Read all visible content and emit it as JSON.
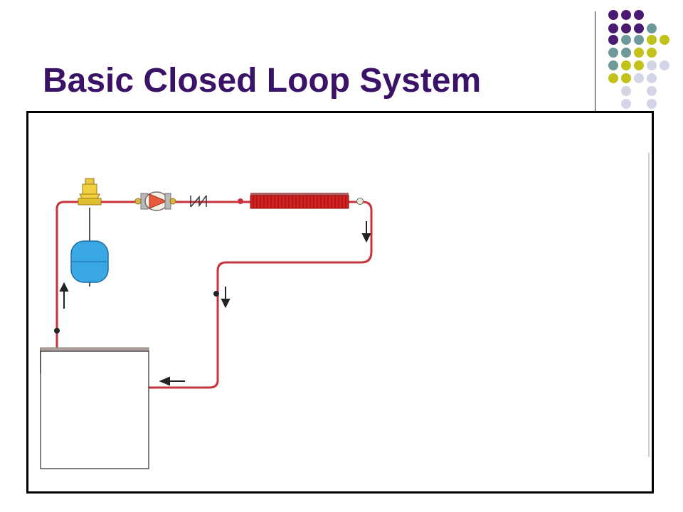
{
  "slide": {
    "title": "Basic Closed Loop System"
  },
  "theme": {
    "title_color": "#3a1268",
    "dot_colors": {
      "purple": "#4a1a72",
      "teal": "#6f9a9a",
      "olive": "#c2c21a",
      "lavender": "#d4d4e8"
    },
    "pipe_color": "#c8323c",
    "radiator_color": "#d42020",
    "expansion_tank_color": "#3aa8e4",
    "valve_color": "#f0d040",
    "pump_color": "#e85a3c"
  },
  "diagram": {
    "components": [
      {
        "name": "boiler",
        "icon": "boiler-box-icon"
      },
      {
        "name": "air-separator-valve",
        "icon": "air-valve-icon"
      },
      {
        "name": "expansion-tank",
        "icon": "expansion-tank-icon"
      },
      {
        "name": "circulator-pump",
        "icon": "pump-icon"
      },
      {
        "name": "check-valve",
        "icon": "check-valve-icon"
      },
      {
        "name": "baseboard-radiator",
        "icon": "radiator-icon"
      }
    ],
    "flow_arrows": [
      {
        "name": "supply-riser",
        "direction": "up"
      },
      {
        "name": "radiator-outlet",
        "direction": "down"
      },
      {
        "name": "return-drop",
        "direction": "down"
      },
      {
        "name": "return-to-boiler",
        "direction": "left"
      }
    ]
  }
}
